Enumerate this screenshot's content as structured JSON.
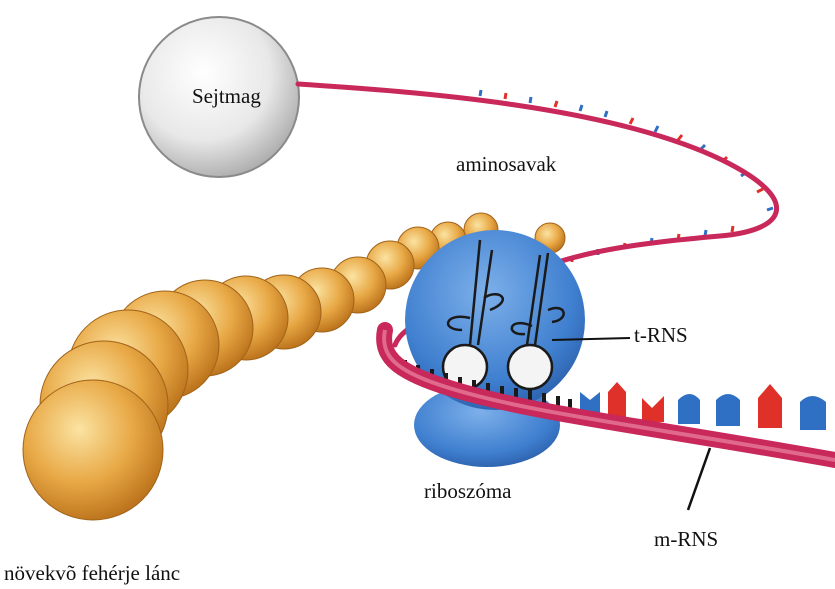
{
  "labels": {
    "nucleus": "Sejtmag",
    "amino_acids": "aminosavak",
    "trna": "t-RNS",
    "ribosome": "riboszóma",
    "mrna": "m-RNS",
    "growing_chain": "növekvõ fehérje lánc"
  },
  "colors": {
    "nucleus_fill": "#e6e6e6",
    "mrna_strand": "#c8285a",
    "ribosome": "#3f7fcf",
    "amino_acid": "#e3a33c",
    "codon_red": "#e0302a",
    "codon_blue": "#2f6fc4"
  }
}
